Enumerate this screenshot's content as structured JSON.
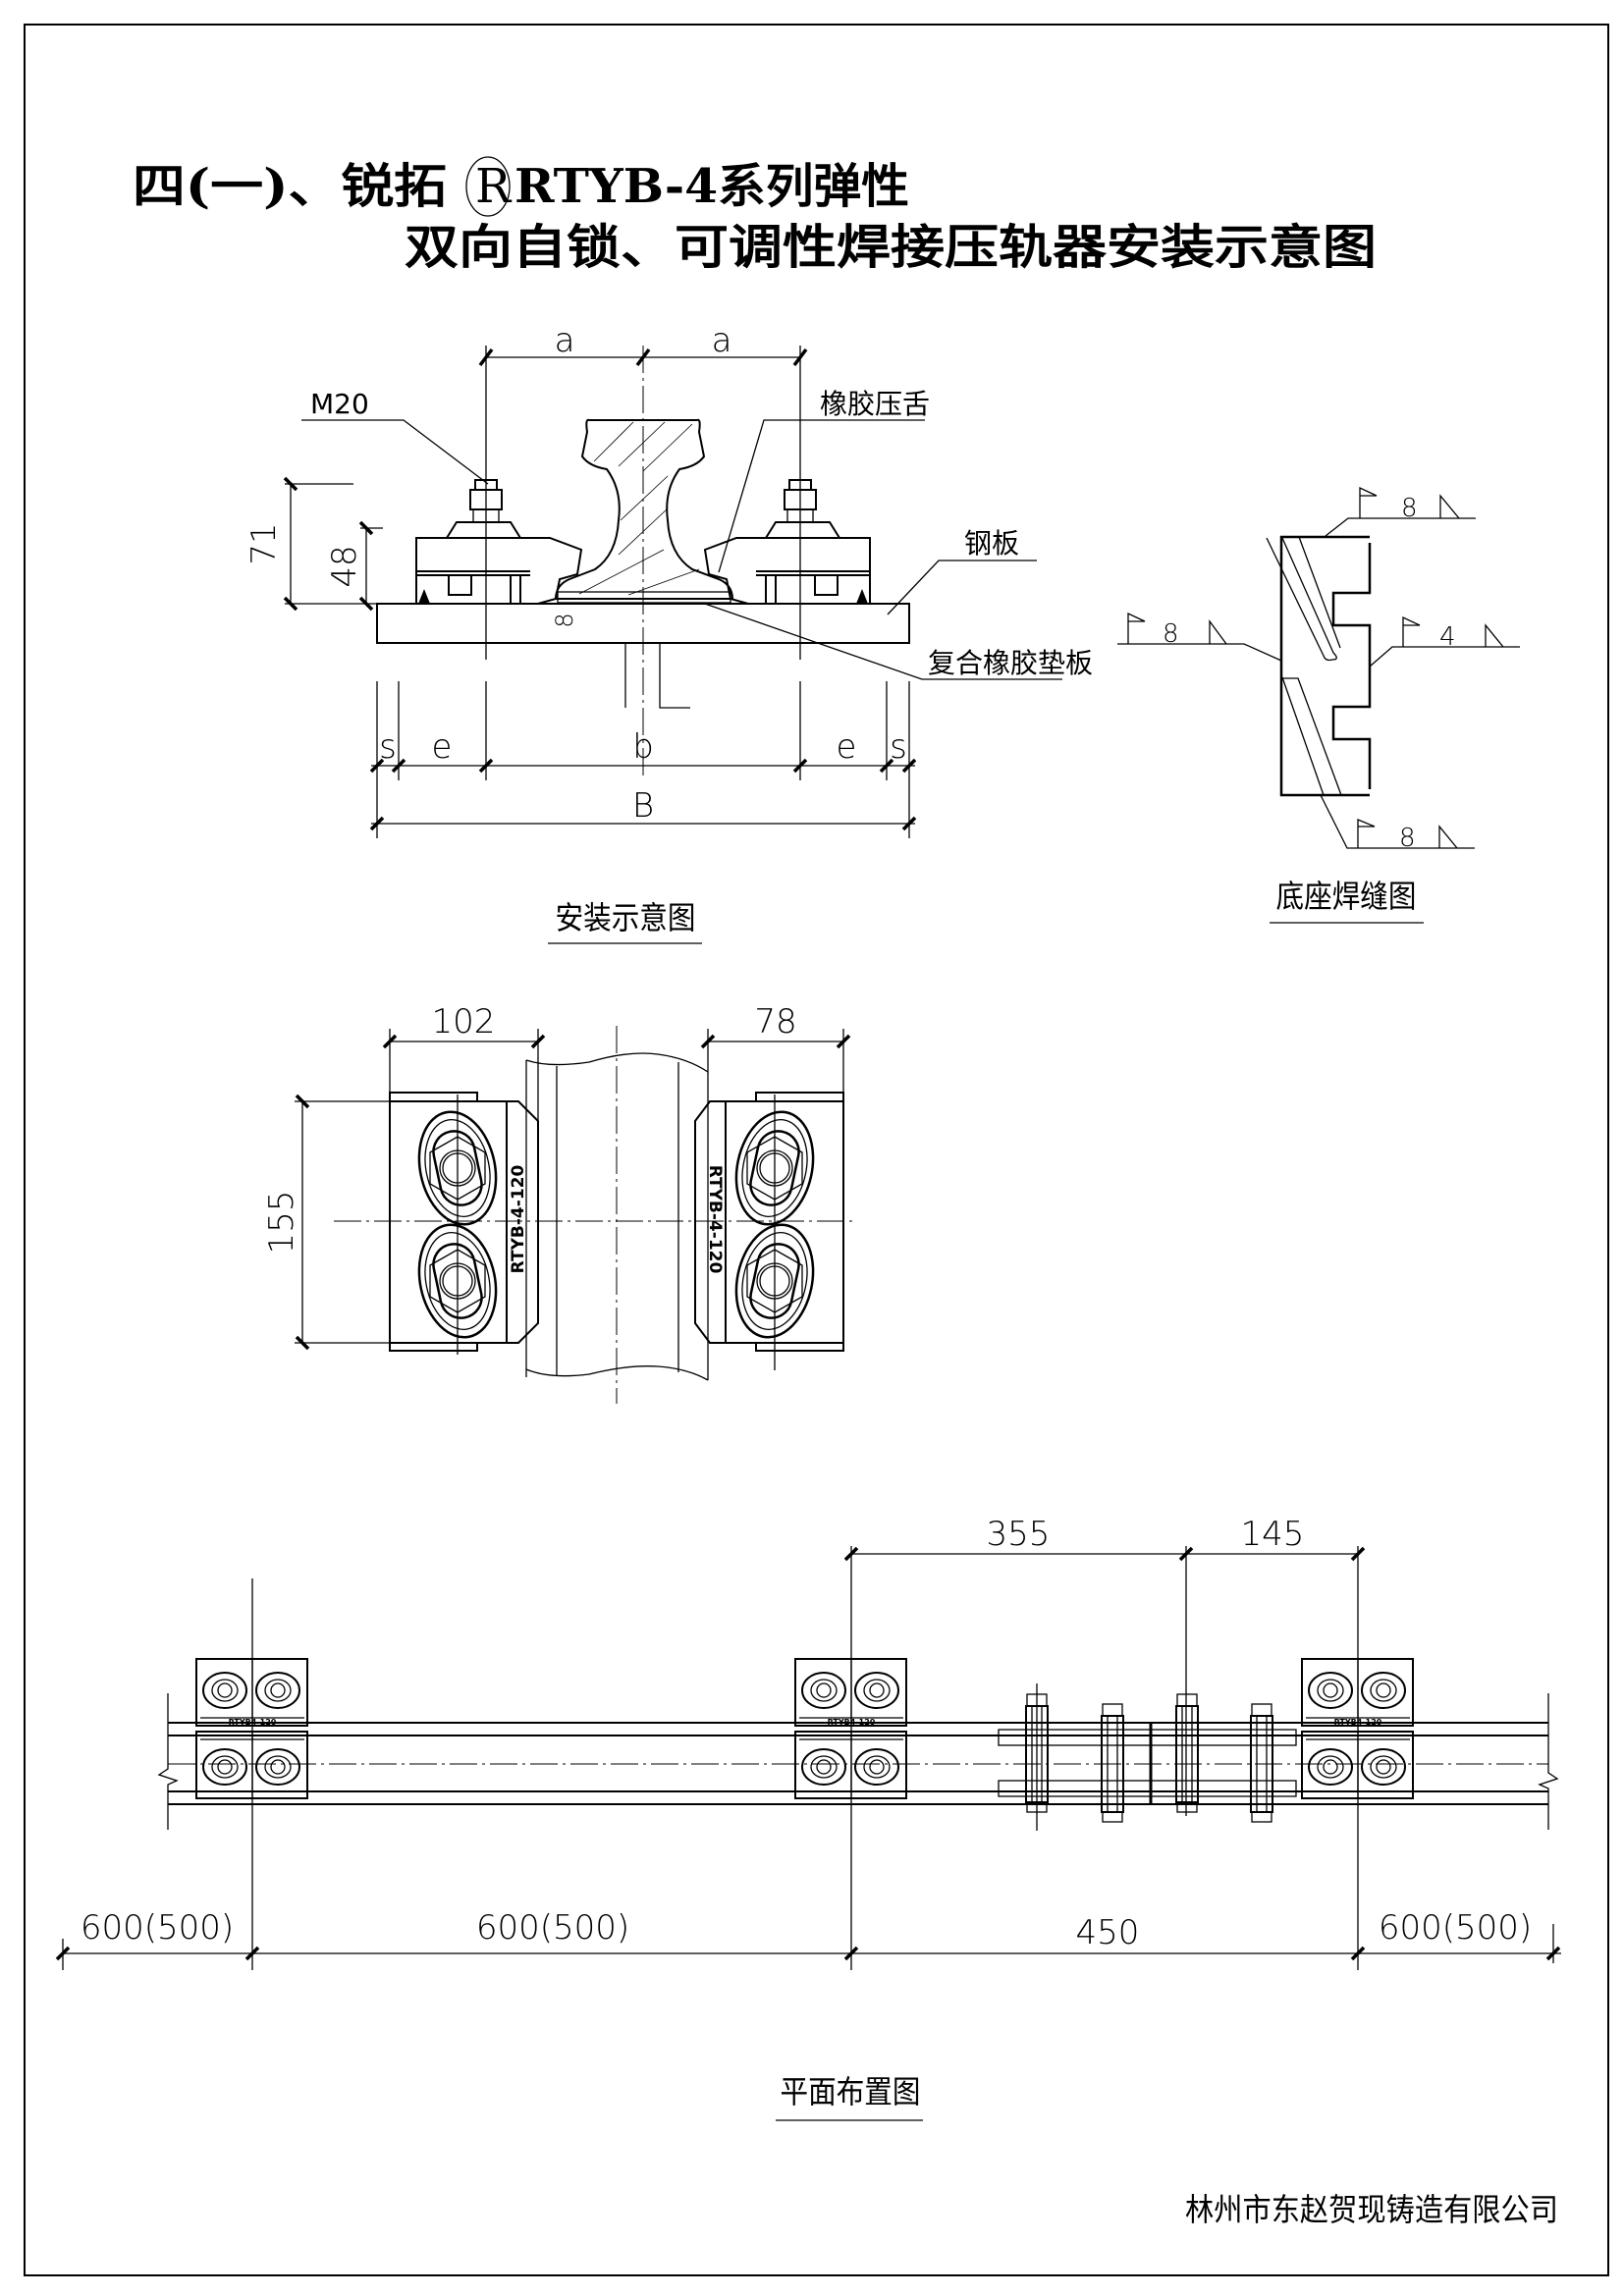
{
  "title": {
    "line1_prefix": "四(一)、锐拓",
    "registered_mark": "R",
    "line1_suffix": "RTYB-4系列弹性",
    "line2": "双向自锁、可调性焊接压轨器安装示意图"
  },
  "section_view": {
    "caption": "安装示意图",
    "dims": {
      "a_left": "a",
      "a_right": "a",
      "h71": "71",
      "h48": "48",
      "pad": "8",
      "s_left": "s",
      "e_left": "e",
      "b": "b",
      "e_right": "e",
      "s_right": "s",
      "B": "B"
    },
    "labels": {
      "bolt": "M20",
      "rubber_tongue": "橡胶压舌",
      "steel_plate": "钢板",
      "rubber_pad": "复合橡胶垫板"
    }
  },
  "weld_view": {
    "caption": "底座焊缝图",
    "welds": {
      "top": "8",
      "left": "8",
      "right": "4",
      "bottom": "8"
    }
  },
  "plan_detail": {
    "dims": {
      "left_width": "102",
      "right_width": "78",
      "height": "155"
    },
    "model_left": "RTYB-4-120",
    "model_right": "RTYB-4-120"
  },
  "layout_plan": {
    "caption": "平面布置图",
    "top_dims": [
      "355",
      "145"
    ],
    "bottom_dims": [
      "600(500)",
      "600(500)",
      "450",
      "600(500)"
    ],
    "clamp_mark": "RTYB4-120"
  },
  "company": "林州市东赵贺现铸造有限公司"
}
